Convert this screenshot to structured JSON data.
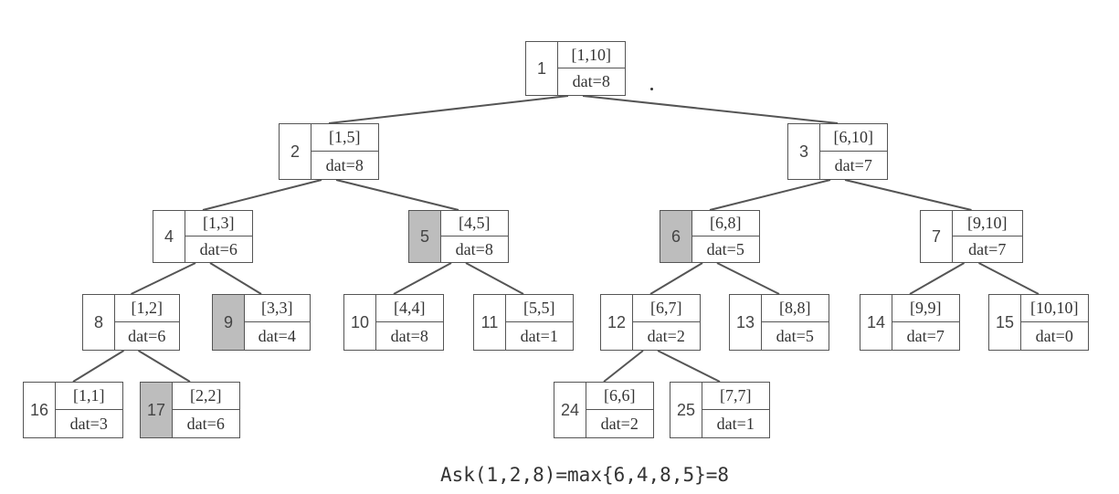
{
  "tree": {
    "nodes": [
      {
        "id": 1,
        "index": "1",
        "range": "[1,10]",
        "dat": "dat=8",
        "shaded": false
      },
      {
        "id": 2,
        "index": "2",
        "range": "[1,5]",
        "dat": "dat=8",
        "shaded": false
      },
      {
        "id": 3,
        "index": "3",
        "range": "[6,10]",
        "dat": "dat=7",
        "shaded": false
      },
      {
        "id": 4,
        "index": "4",
        "range": "[1,3]",
        "dat": "dat=6",
        "shaded": false
      },
      {
        "id": 5,
        "index": "5",
        "range": "[4,5]",
        "dat": "dat=8",
        "shaded": true
      },
      {
        "id": 6,
        "index": "6",
        "range": "[6,8]",
        "dat": "dat=5",
        "shaded": true
      },
      {
        "id": 7,
        "index": "7",
        "range": "[9,10]",
        "dat": "dat=7",
        "shaded": false
      },
      {
        "id": 8,
        "index": "8",
        "range": "[1,2]",
        "dat": "dat=6",
        "shaded": false
      },
      {
        "id": 9,
        "index": "9",
        "range": "[3,3]",
        "dat": "dat=4",
        "shaded": true
      },
      {
        "id": 10,
        "index": "10",
        "range": "[4,4]",
        "dat": "dat=8",
        "shaded": false
      },
      {
        "id": 11,
        "index": "11",
        "range": "[5,5]",
        "dat": "dat=1",
        "shaded": false
      },
      {
        "id": 12,
        "index": "12",
        "range": "[6,7]",
        "dat": "dat=2",
        "shaded": false
      },
      {
        "id": 13,
        "index": "13",
        "range": "[8,8]",
        "dat": "dat=5",
        "shaded": false
      },
      {
        "id": 14,
        "index": "14",
        "range": "[9,9]",
        "dat": "dat=7",
        "shaded": false
      },
      {
        "id": 15,
        "index": "15",
        "range": "[10,10]",
        "dat": "dat=0",
        "shaded": false
      },
      {
        "id": 16,
        "index": "16",
        "range": "[1,1]",
        "dat": "dat=3",
        "shaded": false
      },
      {
        "id": 17,
        "index": "17",
        "range": "[2,2]",
        "dat": "dat=6",
        "shaded": true
      },
      {
        "id": 24,
        "index": "24",
        "range": "[6,6]",
        "dat": "dat=2",
        "shaded": false
      },
      {
        "id": 25,
        "index": "25",
        "range": "[7,7]",
        "dat": "dat=1",
        "shaded": false
      }
    ],
    "edges": [
      [
        1,
        2
      ],
      [
        1,
        3
      ],
      [
        2,
        4
      ],
      [
        2,
        5
      ],
      [
        3,
        6
      ],
      [
        3,
        7
      ],
      [
        4,
        8
      ],
      [
        4,
        9
      ],
      [
        6,
        12
      ],
      [
        6,
        13
      ],
      [
        7,
        14
      ],
      [
        7,
        15
      ],
      [
        5,
        10
      ],
      [
        5,
        11
      ],
      [
        8,
        16
      ],
      [
        8,
        17
      ],
      [
        12,
        24
      ],
      [
        12,
        25
      ]
    ]
  },
  "formula": "Ask(1,2,8)=max{6,4,8,5}=8"
}
